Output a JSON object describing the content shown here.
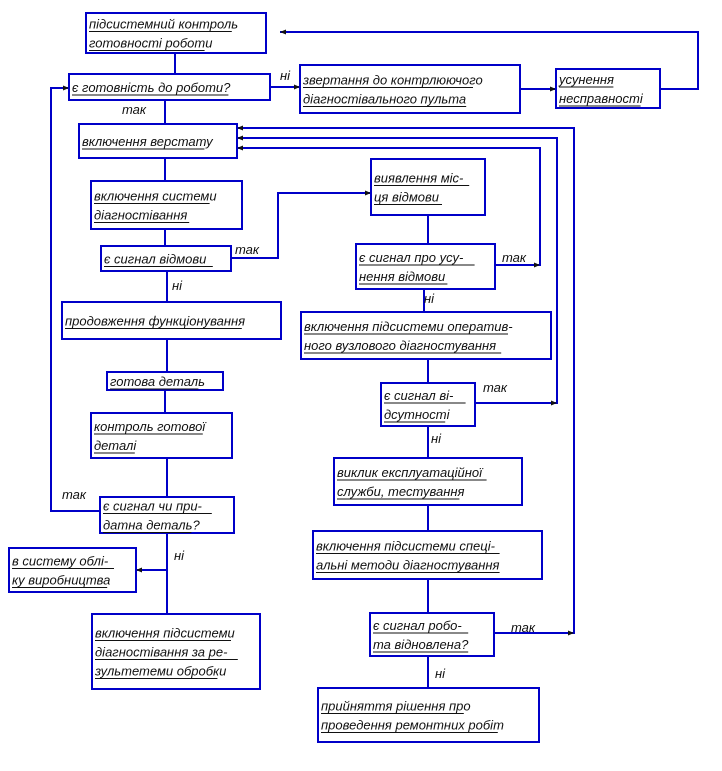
{
  "diagram": {
    "nodes": {
      "n1": {
        "lines": [
          "підсистемний контроль",
          "готовності роботи"
        ]
      },
      "n2": {
        "lines": [
          "є готовність до роботи?"
        ]
      },
      "n3": {
        "lines": [
          "звертання до контрлюючого",
          "діагностівального пульта"
        ]
      },
      "n4": {
        "lines": [
          "усунення",
          "несправності"
        ]
      },
      "n5": {
        "lines": [
          "включення верстату"
        ]
      },
      "n6": {
        "lines": [
          "включення системи",
          "діагностівання"
        ]
      },
      "n7": {
        "lines": [
          "є сигнал відмови"
        ]
      },
      "n8": {
        "lines": [
          "продовження функціонування"
        ]
      },
      "n9": {
        "lines": [
          "готова деталь"
        ]
      },
      "n10": {
        "lines": [
          "контроль готової",
          "деталі"
        ]
      },
      "n11": {
        "lines": [
          "є сигнал чи при-",
          "датна деталь?"
        ]
      },
      "n12": {
        "lines": [
          "в систему облі-",
          "ку виробництва"
        ]
      },
      "n13": {
        "lines": [
          "включення підсистеми",
          "діагностівання за ре-",
          "зультетеми обробки"
        ]
      },
      "n14": {
        "lines": [
          "виявлення міс-",
          "ця відмови"
        ]
      },
      "n15": {
        "lines": [
          "є сигнал про усу-",
          "нення відмови"
        ]
      },
      "n16": {
        "lines": [
          "включення підсистеми оператив-",
          "ного вузлового діагностування"
        ]
      },
      "n17": {
        "lines": [
          "є сигнал ві-",
          "дсутності"
        ]
      },
      "n18": {
        "lines": [
          "виклик експлуатаційної",
          "служби, тестування"
        ]
      },
      "n19": {
        "lines": [
          "включення підсистеми спеці-",
          "альні методи діагностування"
        ]
      },
      "n20": {
        "lines": [
          "є сигнал робо-",
          "та відновлена?"
        ]
      },
      "n21": {
        "lines": [
          "прийняття рішення про",
          "проведення ремонтних робіт"
        ]
      }
    },
    "labels": {
      "l_ni1": "ні",
      "l_tak1": "так",
      "l_tak2": "так",
      "l_ni2": "ні",
      "l_tak3": "так",
      "l_tak4": "так",
      "l_ni3": "ні",
      "l_ni4": "ні",
      "l_tak5": "так",
      "l_tak6": "так",
      "l_ni5": "ні",
      "l_ni6": "ні"
    }
  }
}
